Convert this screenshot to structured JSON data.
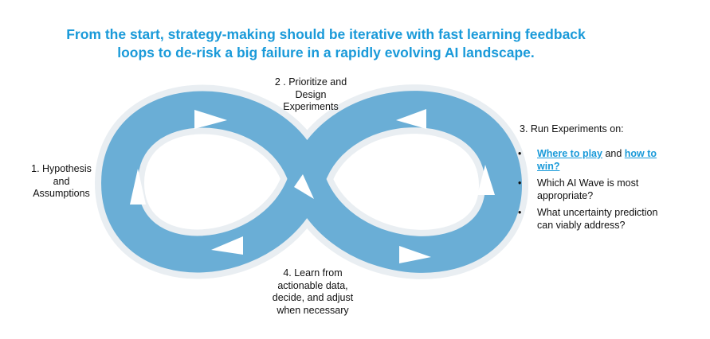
{
  "headline": {
    "line1": "From the start, strategy-making should be iterative with fast learning feedback",
    "line2": "loops to de-risk a big failure in a rapidly evolving AI landscape."
  },
  "steps": {
    "step1": {
      "line1": "1. Hypothesis",
      "line2": "and",
      "line3": "Assumptions"
    },
    "step2": {
      "line1": "2 . Prioritize and",
      "line2": "Design",
      "line3": "Experiments"
    },
    "step3": {
      "title": "3. Run Experiments on:",
      "bullet_char": "•",
      "bullet1": {
        "link1": "Where to play",
        "mid": " and ",
        "link2": "how to",
        "link2b": "win?"
      },
      "bullet2": {
        "line1": "Which AI Wave is most",
        "line2": "appropriate?"
      },
      "bullet3": {
        "line1": "What uncertainty prediction",
        "line2": "can viably address?"
      }
    },
    "step4": {
      "line1": "4. Learn from",
      "line2": "actionable data,",
      "line3": "decide, and adjust",
      "line4": "when necessary"
    }
  },
  "colors": {
    "headline": "#1a9ad9",
    "loop_fill": "#6aaed6",
    "loop_edge": "#e9eef2",
    "arrows": "#ffffff",
    "link": "#1a9ad9"
  }
}
